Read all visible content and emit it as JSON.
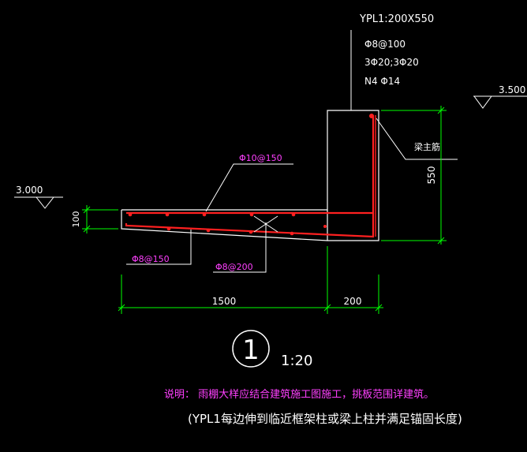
{
  "beam_label": {
    "title": "YPL1:200X550",
    "stirrup": "Φ8@100",
    "main_bars": "3Φ20;3Φ20",
    "side_bars": "N4 Φ14"
  },
  "elevations": {
    "right": "3.500",
    "left": "3.000"
  },
  "annotations": {
    "beam_main_bar": "梁主筋",
    "slab_top_bar": "Φ10@150",
    "slab_bottom_bar": "Φ8@150",
    "slab_dist_bar": "Φ8@200"
  },
  "dimensions": {
    "beam_height": "550",
    "slab_thickness": "100",
    "slab_length": "1500",
    "beam_width": "200"
  },
  "detail": {
    "number": "1",
    "scale": "1:20"
  },
  "notes": {
    "line1": "说明：  雨棚大样应结合建筑施工图施工，挑板范围详建筑。",
    "line2": "(YPL1每边伸到临近框架柱或梁上柱并满足锚固长度)"
  },
  "colors": {
    "outline": "#ffffff",
    "rebar": "#ff2020",
    "dimension": "#00ff00",
    "leader": "#ffffff",
    "magenta": "#ff40ff",
    "slab_text": "#ff40ff"
  }
}
